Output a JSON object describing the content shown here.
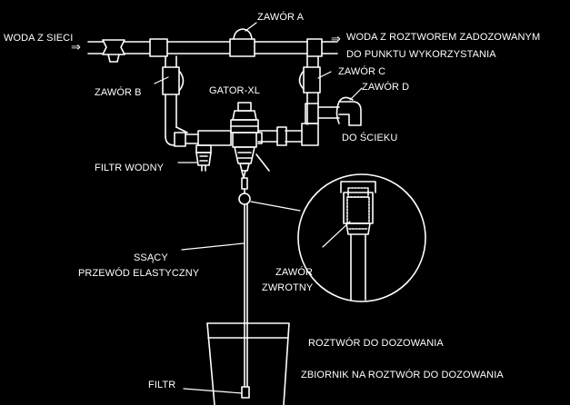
{
  "labels": {
    "inlet": "WODA Z SIECI",
    "valve_a": "ZAWÓR A",
    "outlet_line1": "WODA Z ROZTWOREM ZADOZOWANYM",
    "outlet_line2": "DO PUNKTU WYKORZYSTANIA",
    "valve_b": "ZAWÓR B",
    "dispenser": "GATOR-XL",
    "valve_c": "ZAWÓR C",
    "valve_d": "ZAWÓR D",
    "drain": "DO ŚCIEKU",
    "water_filter": "FILTR WODNY",
    "suction_hose_line1": "SSĄCY",
    "suction_hose_line2": "PRZEWÓD ELASTYCZNY",
    "check_valve_line1": "ZAWÓR",
    "check_valve_line2": "ZWROTNY",
    "dosing_solution": "ROZTWÓR DO DOZOWANIA",
    "dosing_tank": "ZBIORNIK NA ROZTWÓR DO DOZOWANIA",
    "filter": "FILTR"
  },
  "arrow_glyph": "⇒",
  "colors": {
    "background": "#000000",
    "line": "#ffffff"
  }
}
